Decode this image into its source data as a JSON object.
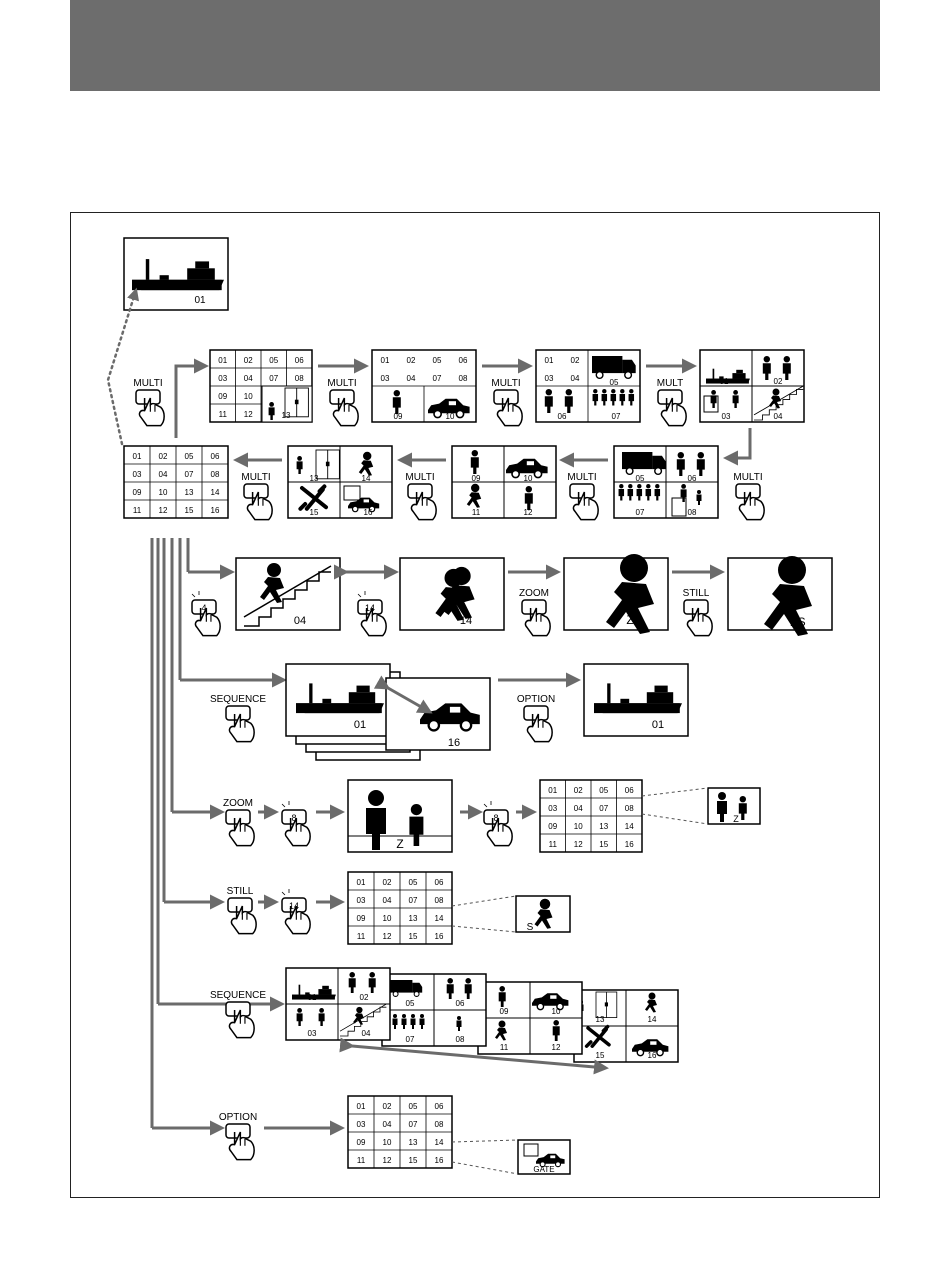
{
  "colors": {
    "header": "#6d6d6d",
    "arrow": "#6b6b6b",
    "ink": "#000000"
  },
  "grid_numbers": [
    [
      "01",
      "02",
      "05",
      "06"
    ],
    [
      "03",
      "04",
      "07",
      "08"
    ],
    [
      "09",
      "10",
      "13",
      "14"
    ],
    [
      "11",
      "12",
      "15",
      "16"
    ]
  ],
  "buttons": {
    "multi": "MULTI",
    "mult": "MULT",
    "zoom": "ZOOM",
    "still": "STILL",
    "sequence": "SEQUENCE",
    "option": "OPTION"
  },
  "keys": {
    "four": "4",
    "fourteen": "14",
    "eight": "8"
  },
  "cameras": {
    "ship": "01",
    "c02": "02",
    "c03": "03",
    "c04": "04",
    "c05": "05",
    "c06": "06",
    "c07": "07",
    "c08": "08",
    "c09": "09",
    "c10": "10",
    "c11": "11",
    "c12": "12",
    "c13": "13",
    "c14": "14",
    "c15": "15",
    "c16": "16"
  },
  "marks": {
    "zoom": "Z",
    "still": "S",
    "zoom_still": "ZS",
    "gate": "GATE"
  }
}
